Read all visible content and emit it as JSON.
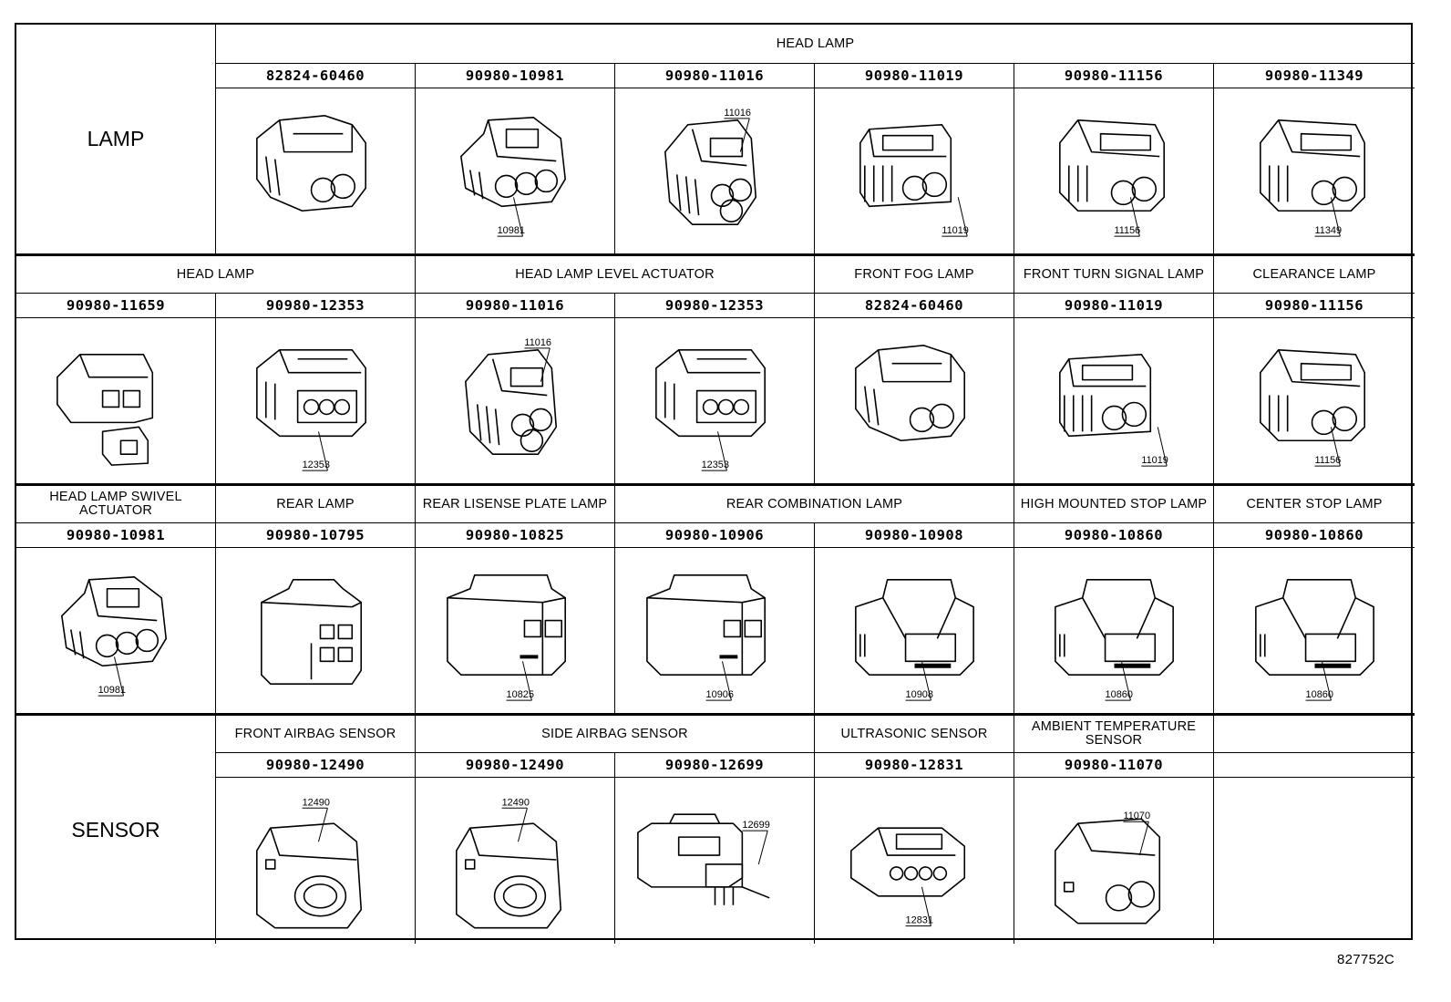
{
  "categories": {
    "lamp": "LAMP",
    "sensor": "SENSOR"
  },
  "diagram_code": "827752C",
  "row1": {
    "group": "HEAD LAMP",
    "parts": [
      {
        "pn": "82824-60460",
        "callout": ""
      },
      {
        "pn": "90980-10981",
        "callout": "10981"
      },
      {
        "pn": "90980-11016",
        "callout": "11016"
      },
      {
        "pn": "90980-11019",
        "callout": "11019"
      },
      {
        "pn": "90980-11156",
        "callout": "11156"
      },
      {
        "pn": "90980-11349",
        "callout": "11349"
      }
    ]
  },
  "row2": {
    "groups": [
      "HEAD LAMP",
      "HEAD LAMP LEVEL ACTUATOR",
      "FRONT FOG LAMP",
      "FRONT TURN SIGNAL LAMP",
      "CLEARANCE LAMP"
    ],
    "parts": [
      {
        "pn": "90980-11659",
        "callout": ""
      },
      {
        "pn": "90980-12353",
        "callout": "12353"
      },
      {
        "pn": "90980-11016",
        "callout": "11016"
      },
      {
        "pn": "90980-12353",
        "callout": "12353"
      },
      {
        "pn": "82824-60460",
        "callout": ""
      },
      {
        "pn": "90980-11019",
        "callout": "11019"
      },
      {
        "pn": "90980-11156",
        "callout": "11156"
      }
    ]
  },
  "row3": {
    "groups": [
      "HEAD LAMP SWIVEL ACTUATOR",
      "REAR LAMP",
      "REAR LISENSE PLATE LAMP",
      "REAR COMBINATION LAMP",
      "HIGH MOUNTED STOP LAMP",
      "CENTER STOP LAMP"
    ],
    "parts": [
      {
        "pn": "90980-10981",
        "callout": "10981"
      },
      {
        "pn": "90980-10795",
        "callout": ""
      },
      {
        "pn": "90980-10825",
        "callout": "10825"
      },
      {
        "pn": "90980-10906",
        "callout": "10906"
      },
      {
        "pn": "90980-10908",
        "callout": "10908"
      },
      {
        "pn": "90980-10860",
        "callout": "10860"
      },
      {
        "pn": "90980-10860",
        "callout": "10860"
      }
    ]
  },
  "row4": {
    "groups": [
      "FRONT AIRBAG SENSOR",
      "SIDE AIRBAG SENSOR",
      "ULTRASONIC SENSOR",
      "AMBIENT TEMPERATURE SENSOR"
    ],
    "parts": [
      {
        "pn": "90980-12490",
        "callout": "12490"
      },
      {
        "pn": "90980-12490",
        "callout": "12490"
      },
      {
        "pn": "90980-12699",
        "callout": "12699"
      },
      {
        "pn": "90980-12831",
        "callout": "12831"
      },
      {
        "pn": "90980-11070",
        "callout": "11070"
      }
    ]
  }
}
